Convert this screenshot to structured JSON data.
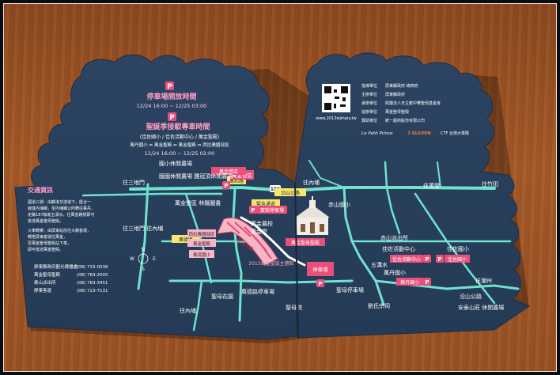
{
  "left_panel": {
    "parking_icon": "P",
    "parking_hours_title": "停車場開放時間",
    "parking_hours_time": "12/24 16:00 ~ 12/25 03:00",
    "shuttle_icon": "P",
    "shuttle_title": "聖誕季接駁專車時間",
    "shuttle_route": "(佳佐國小 / 佳佐活動中心 / 萬金聖殿)",
    "shuttle_line1": "萬丹國小 ⇔ 萬金聖殿 ⇔ 萬金聖殿 ⇔ 西拉雅國部區",
    "shuttle_time": "12/24 16:00 ~ 12/25 02:00",
    "traffic_title": "交通資訊",
    "traffic_lines": [
      "國道三號：由麟洛交流道下，匯合一",
      "線進內埔鄉，至內埔鄉公所轉往萬丹，",
      "走縣187線進五溝水，往萬金路標即可",
      "抵達萬金聖母聖殿。",
      "火車轉乘：由屏東站前往大路客運，",
      "轉搭屏東客運往萬金，",
      "至萬金聖母聖殿站下車，",
      "即可抵達萬金聖殿。"
    ],
    "contacts": [
      {
        "label": "屏東縣政府觀光傳播處",
        "phone": "(08) 733-0036"
      },
      {
        "label": "萬金聖母聖殿",
        "phone": "(08) 783-2005"
      },
      {
        "label": "泰山派出所",
        "phone": "(08) 783-3451"
      },
      {
        "label": "屏東客運",
        "phone": "(08) 723-7131"
      }
    ]
  },
  "right_panel": {
    "organizers": [
      {
        "role": "指導單位",
        "name": "屏東縣政府 總統府"
      },
      {
        "role": "主辦單位",
        "name": "屏東縣政府"
      },
      {
        "role": "承辦單位",
        "name": "財團法人天主教中華聖母基金會"
      },
      {
        "role": "協辦單位",
        "name": "萬金聖母聖殿"
      },
      {
        "role": "贊助單位",
        "name": "統一超商股份有限公司"
      }
    ],
    "qr_caption": "www.2013wjmary.tw",
    "sponsor_logos": [
      "Le Petit Prince",
      "7-ELEVEN",
      "CTF 台灣大車隊"
    ]
  },
  "map": {
    "road_185": "185",
    "road_labels": [
      "往三地門",
      "往三地門 往內埔",
      "沿山公路",
      "往內埔",
      "往內埔",
      "萬德路",
      "往潮州",
      "往竹田",
      "往萬巒"
    ],
    "places": [
      {
        "name": "國小休閒農場"
      },
      {
        "name": "萬金營區",
        "note": "(臨時開放)"
      },
      {
        "name": "國國休閒農場 雞冠頂休閒農場"
      },
      {
        "name": "萬金營區 林縣圖書"
      },
      {
        "name": "萬和路"
      },
      {
        "name": "萬金農校"
      },
      {
        "name": "萬金堂"
      },
      {
        "name": "萬金聖母聖殿"
      },
      {
        "name": "賓館停車場"
      },
      {
        "name": "緊急通道"
      },
      {
        "name": "西拉雅國部區"
      },
      {
        "name": "萬金聖殿"
      },
      {
        "name": "泰武國小"
      },
      {
        "name": "赤山派出所"
      },
      {
        "name": "赤山國小"
      },
      {
        "name": "佳佐活動中心"
      },
      {
        "name": "佳佐國小"
      },
      {
        "name": "萬丹國小"
      },
      {
        "name": "萬德路停車場"
      },
      {
        "name": "聖母停車場"
      },
      {
        "name": "五溝水"
      },
      {
        "name": "聖母花園"
      },
      {
        "name": "聖母院"
      },
      {
        "name": "劉氏宗祠"
      },
      {
        "name": "沿山公路"
      },
      {
        "name": "安泰山莊 休閒農場"
      }
    ],
    "pink_route_label": "2013萬金聖誕主題館",
    "pink_route_label2": "聖誕光廊",
    "compass": {
      "n": "N",
      "s": "S",
      "e": "E",
      "w": "W"
    },
    "parking_markers": [
      {
        "name": "萬金營區停車場",
        "label": "萬金營區"
      },
      {
        "name": "萬德路停車場",
        "label": "停車場"
      },
      {
        "name": "萬丹國小停車場",
        "label": "萬丹國小"
      },
      {
        "name": "佳佐國小停車場",
        "label": "佳佐國小"
      },
      {
        "name": "佳佐活動中心停車場",
        "label": "佳佐活動中心"
      }
    ]
  }
}
